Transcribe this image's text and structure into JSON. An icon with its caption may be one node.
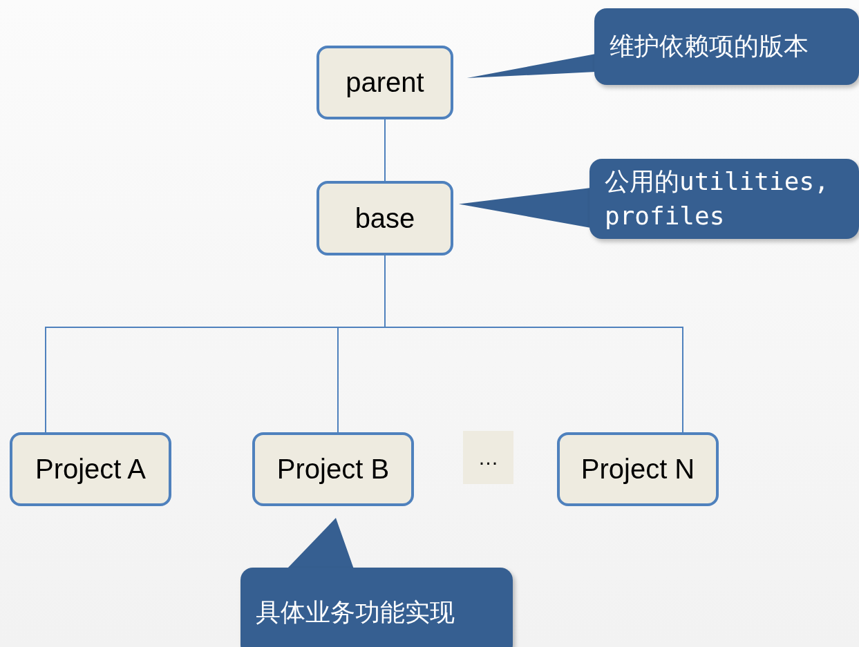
{
  "diagram": {
    "nodes": [
      {
        "text": [
          "parent"
        ]
      },
      {
        "text": [
          "base"
        ]
      },
      {
        "text": [
          "Project A"
        ]
      },
      {
        "text": [
          "Project B"
        ]
      },
      {
        "text": [
          "…"
        ]
      },
      {
        "text": [
          "Project N"
        ]
      },
      {
        "text": [
          "维护依赖项的版本"
        ]
      },
      {
        "text": [
          "公用的utilities, profiles"
        ]
      },
      {
        "text": [
          "具体业务功能实现"
        ]
      }
    ],
    "edges": [
      {
        "from": 0,
        "to": 1,
        "arrow": "none"
      },
      {
        "from": 1,
        "to": 2,
        "arrow": "none"
      },
      {
        "from": 1,
        "to": 3,
        "arrow": "none"
      },
      {
        "from": 1,
        "to": 5,
        "arrow": "none"
      },
      {
        "from": 6,
        "to": 0,
        "arrow": "to"
      },
      {
        "from": 7,
        "to": 1,
        "arrow": "to"
      },
      {
        "from": 8,
        "to": 3,
        "arrow": "to"
      }
    ]
  }
}
